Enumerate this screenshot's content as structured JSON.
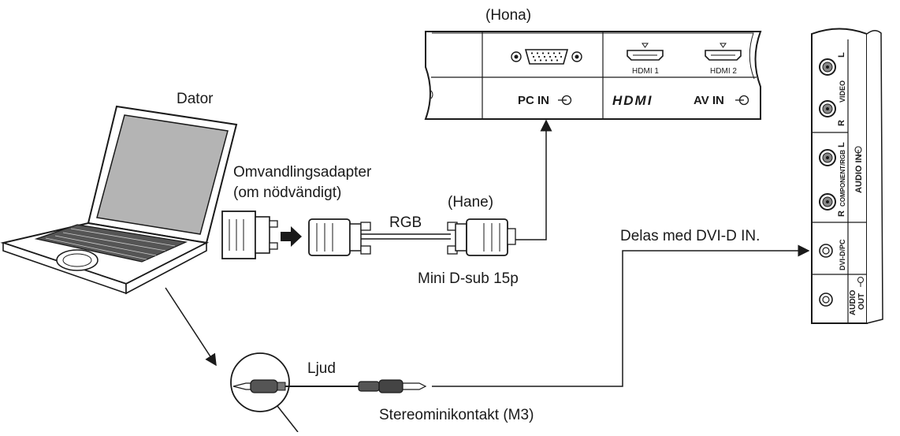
{
  "labels": {
    "hona": "(Hona)",
    "dator": "Dator",
    "adapter_line1": "Omvandlingsadapter",
    "adapter_line2": "(om nödvändigt)",
    "hane": "(Hane)",
    "rgb": "RGB",
    "minidsub": "Mini D-sub 15p",
    "delas": "Delas med DVI-D IN.",
    "ljud": "Ljud",
    "stereo": "Stereominikontakt (M3)"
  },
  "panel_top": {
    "hdmi1": "HDMI 1",
    "hdmi2": "HDMI 2",
    "pc_in": "PC IN",
    "hdmi_logo": "HDMI",
    "av_in": "AV IN"
  },
  "panel_side": {
    "l_top": "L",
    "r_top": "R",
    "video": "VIDEO",
    "l_mid": "L",
    "r_mid": "R",
    "component": "COMPONENT/RGB",
    "audio_in": "AUDIO IN",
    "dvid_pc": "DVI-D/PC",
    "audio_out_1": "AUDIO",
    "audio_out_2": "OUT"
  }
}
